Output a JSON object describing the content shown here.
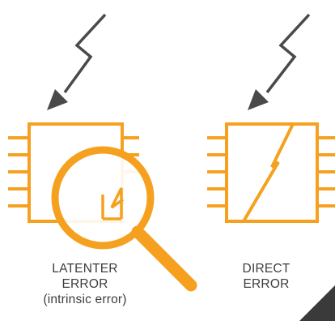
{
  "colors": {
    "accent": "#f5a11f",
    "arrow": "#4a4a4a",
    "text": "#3d3d3d",
    "corner": "#3a3a3a"
  },
  "icons": [
    "lightning-arrow-icon",
    "chip-icon",
    "magnifier-icon"
  ],
  "left_label": {
    "line1": "LATENTER",
    "line2": "ERROR",
    "line3": "(intrinsic error)"
  },
  "right_label": {
    "line1": "DIRECT",
    "line2": "ERROR"
  }
}
